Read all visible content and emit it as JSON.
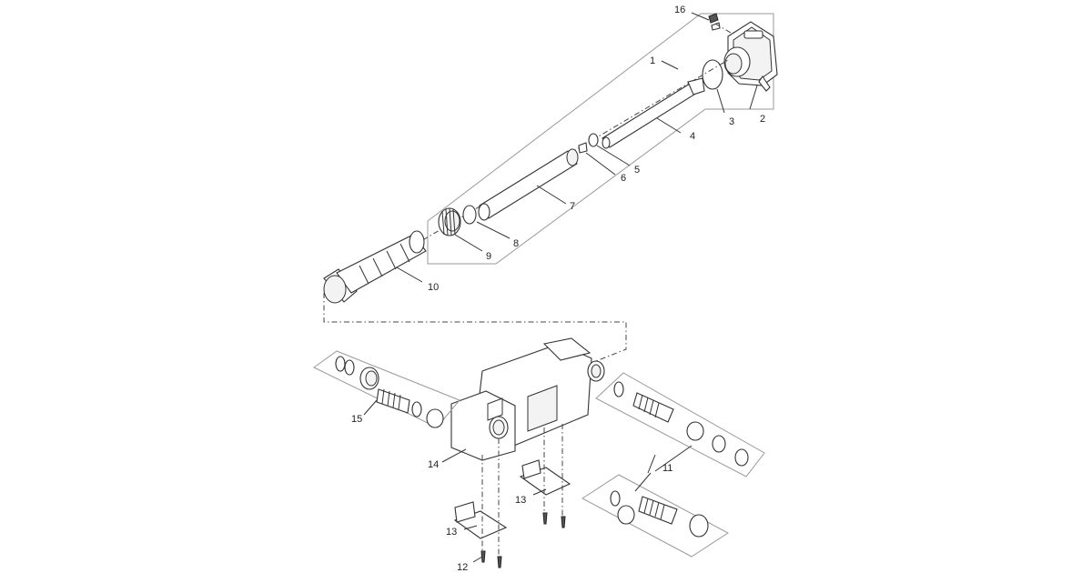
{
  "diagram": {
    "callouts": [
      {
        "id": "1",
        "text": "1"
      },
      {
        "id": "2",
        "text": "2"
      },
      {
        "id": "3",
        "text": "3"
      },
      {
        "id": "4",
        "text": "4"
      },
      {
        "id": "5",
        "text": "5"
      },
      {
        "id": "6",
        "text": "6"
      },
      {
        "id": "7",
        "text": "7"
      },
      {
        "id": "8",
        "text": "8"
      },
      {
        "id": "9",
        "text": "9"
      },
      {
        "id": "10",
        "text": "10"
      },
      {
        "id": "11",
        "text": "11"
      },
      {
        "id": "12",
        "text": "12"
      },
      {
        "id": "13a",
        "text": "13"
      },
      {
        "id": "13b",
        "text": "13"
      },
      {
        "id": "14",
        "text": "14"
      },
      {
        "id": "15",
        "text": "15"
      },
      {
        "id": "16",
        "text": "16"
      }
    ]
  }
}
